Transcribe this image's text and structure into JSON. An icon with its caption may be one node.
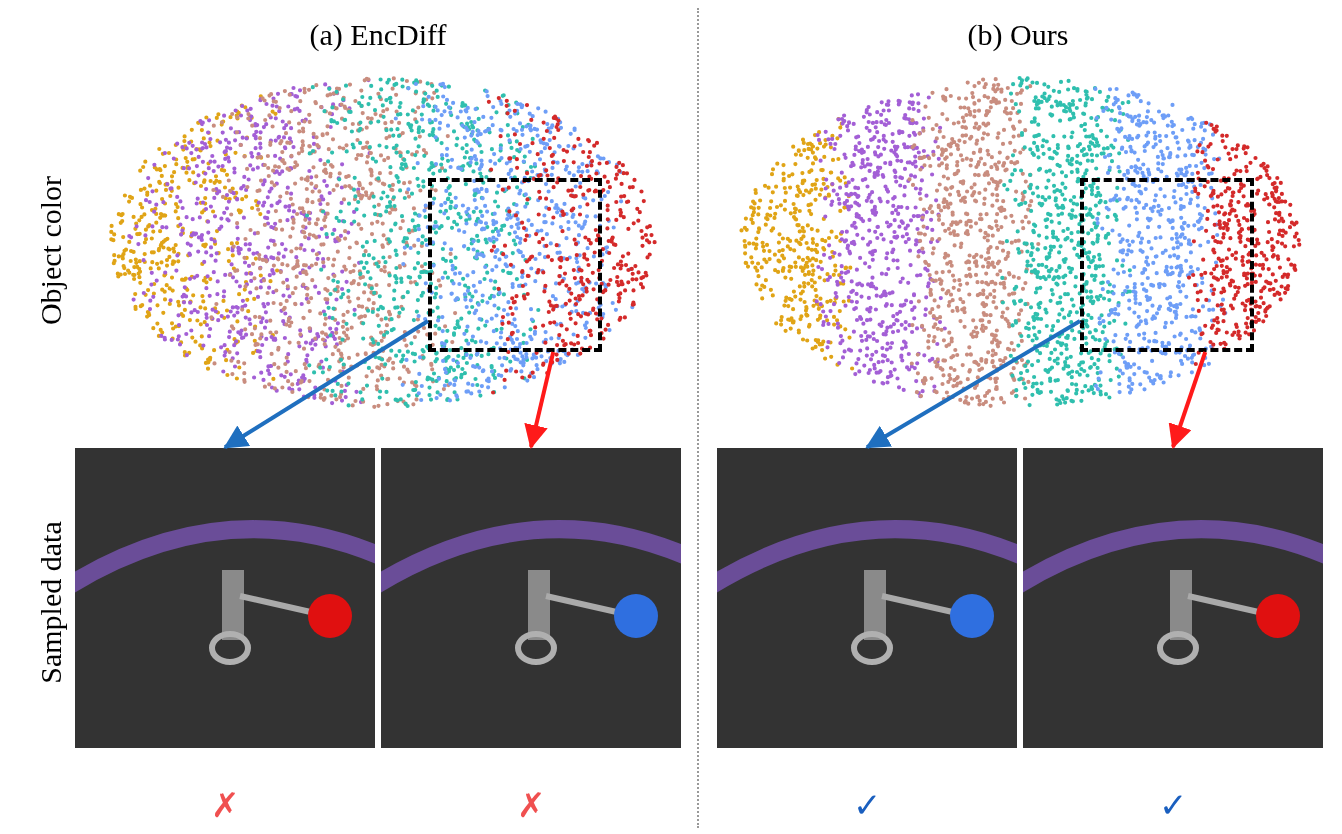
{
  "diagram": {
    "nodes": [
      {
        "text": [],
        "shape": "picture"
      },
      {
        "text": [],
        "shape": "box",
        "in": 0
      },
      {
        "text": [],
        "shape": "picture"
      },
      {
        "text": [],
        "shape": "picture"
      },
      {
        "text": [],
        "shape": "picture"
      },
      {
        "text": [],
        "shape": "box",
        "in": 4
      },
      {
        "text": [],
        "shape": "picture"
      },
      {
        "text": [],
        "shape": "picture"
      }
    ],
    "edges": [
      {
        "from": 1,
        "to": 2,
        "arrow": "to",
        "color": "#1f6fbf"
      },
      {
        "from": 1,
        "to": 3,
        "arrow": "to",
        "color": "#ff1a1a"
      },
      {
        "from": 5,
        "to": 6,
        "arrow": "to",
        "color": "#1f6fbf"
      },
      {
        "from": 5,
        "to": 7,
        "arrow": "to",
        "color": "#ff1a1a"
      }
    ],
    "labels": [
      "(a) EncDiff",
      "(b) Ours",
      "Object color",
      "Sampled data",
      "✗",
      "✗",
      "✓",
      "✓"
    ]
  }
}
